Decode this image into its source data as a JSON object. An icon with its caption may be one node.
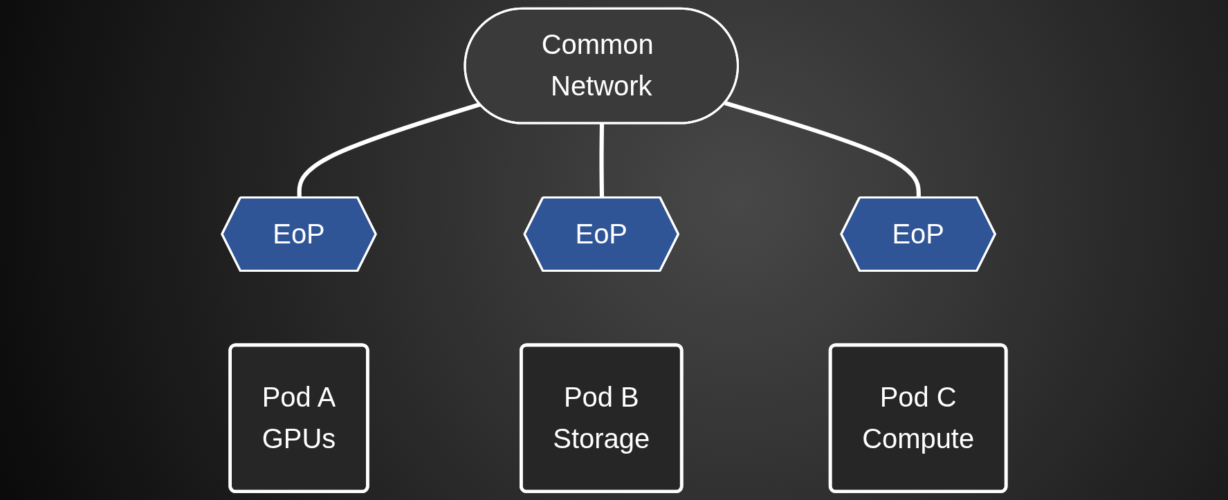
{
  "diagram": {
    "nodes": [
      {
        "text": [
          "Common Network"
        ]
      },
      {
        "text": [
          "EoP"
        ]
      },
      {
        "text": [
          "Pod A",
          "GPUs"
        ]
      },
      {
        "text": [
          "EoP"
        ]
      },
      {
        "text": [
          "Pod B",
          "Storage"
        ]
      },
      {
        "text": [
          "EoP"
        ]
      },
      {
        "text": [
          "Pod C",
          "Compute"
        ]
      }
    ],
    "edges": [
      {
        "from": 0,
        "to": 1,
        "arrow": "none"
      },
      {
        "from": 0,
        "to": 3,
        "arrow": "none"
      },
      {
        "from": 0,
        "to": 5,
        "arrow": "none"
      }
    ]
  }
}
